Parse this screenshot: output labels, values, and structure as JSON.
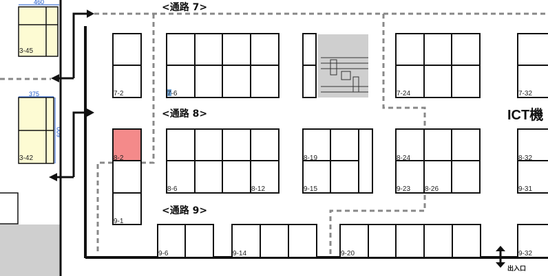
{
  "aisles": [
    "<通路 7>",
    "<通路 8>",
    "<通路 9>"
  ],
  "zone_label": "ICT機",
  "exit_label": "出入口",
  "side_booths": [
    {
      "id": "3-45",
      "dim_w": "460"
    },
    {
      "id": "3-42",
      "dim_w": "375",
      "dim_h": "600"
    }
  ],
  "booths": {
    "b72": "7-2",
    "b76": "7-6",
    "b724": "7-24",
    "b732": "7-32",
    "b82": "8-2",
    "b86": "8-6",
    "b812": "8-12",
    "b819": "8-19",
    "b915": "9-15",
    "b824": "8-24",
    "b923": "9-23",
    "b826": "8-26",
    "b832": "8-32",
    "b931": "9-31",
    "b91": "9-1",
    "b96": "9-6",
    "b914": "9-14",
    "b920": "9-20",
    "b932": "9-32"
  },
  "colors": {
    "selected_booth": "#f48a8a",
    "side_booth": "#fdfbd3",
    "gray_area": "#cfcfcf",
    "route": "#888888"
  }
}
